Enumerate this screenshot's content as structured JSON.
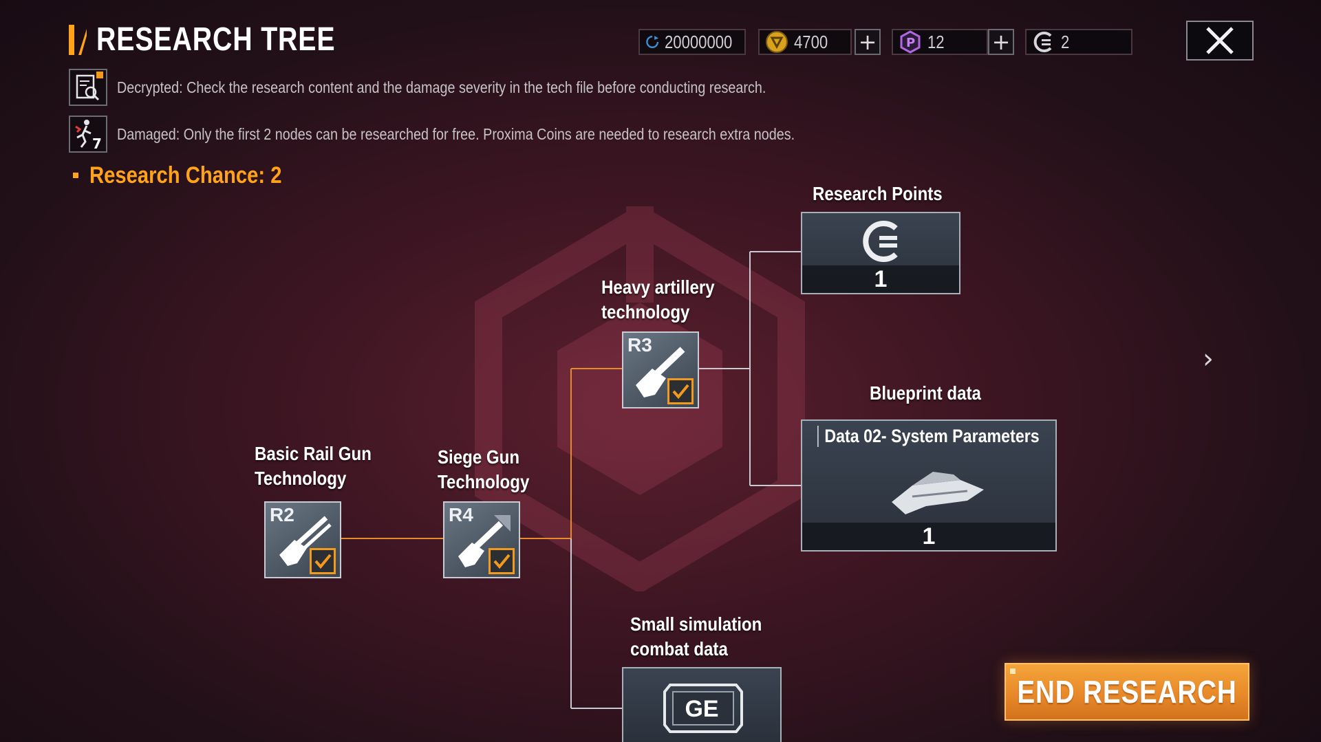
{
  "header": {
    "title": "RESEARCH TREE",
    "close_icon": "close-icon"
  },
  "currencies": [
    {
      "icon": "refresh-currency-icon",
      "value": "20000000"
    },
    {
      "icon": "gold-coin-icon",
      "value": "4700"
    },
    {
      "icon": "proxima-coin-icon",
      "value": "12"
    },
    {
      "icon": "research-point-icon",
      "value": "2"
    }
  ],
  "info": {
    "decrypted": "Decrypted: Check the research content and the damage severity in the tech file before conducting research.",
    "damaged": "Damaged: Only the first 2 nodes can be researched for free. Proxima Coins are needed to research extra nodes.",
    "damaged_icon_badge": "7"
  },
  "research_chance": "Research Chance: 2",
  "nodes": {
    "r2": {
      "label_line1": "Basic Rail Gun",
      "label_line2": "Technology",
      "code": "R2",
      "checked": true
    },
    "r4": {
      "label_line1": "Siege Gun",
      "label_line2": "Technology",
      "code": "R4",
      "checked": true
    },
    "r3": {
      "label_line1": "Heavy artillery",
      "label_line2": "technology",
      "code": "R3",
      "checked": true
    }
  },
  "rewards": {
    "research_points": {
      "label": "Research Points",
      "count": "1"
    },
    "blueprint": {
      "label": "Blueprint data",
      "name": "Data 02- System Parameters",
      "count": "1"
    },
    "simulation": {
      "label_line1": "Small simulation",
      "label_line2": "combat data",
      "badge": "GE"
    }
  },
  "end_button": "END RESEARCH",
  "colors": {
    "accent_orange": "#ffa31a",
    "check_orange": "#f29a1e",
    "line_orange": "#e8892a",
    "line_grey": "#c8ccd2"
  }
}
